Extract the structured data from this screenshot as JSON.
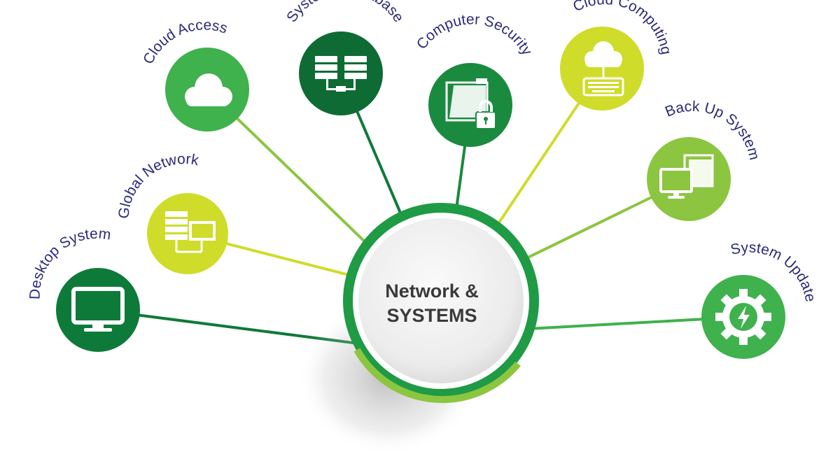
{
  "center": {
    "line1": "Network &",
    "line2": "SYSTEMS"
  },
  "colors": {
    "label": "#2a2a7a",
    "center_text": "#3a3a3a",
    "dark_green": "#0e7a3a",
    "mid_green": "#2fa84a",
    "light_green": "#3fb14d",
    "lime": "#8cc540",
    "yellow_green": "#cfdc2a"
  },
  "nodes": [
    {
      "label": "Desktop System",
      "icon": "monitor-icon"
    },
    {
      "label": "Global Network",
      "icon": "server-monitor-icon"
    },
    {
      "label": "Cloud Access",
      "icon": "cloud-icon"
    },
    {
      "label": "Systems Database",
      "icon": "database-servers-icon"
    },
    {
      "label": "Computer Security",
      "icon": "folder-lock-icon"
    },
    {
      "label": "Cloud Computing",
      "icon": "cloud-keyboard-icon"
    },
    {
      "label": "Back Up System",
      "icon": "backup-monitor-icon"
    },
    {
      "label": "System Update",
      "icon": "gear-update-icon"
    }
  ]
}
